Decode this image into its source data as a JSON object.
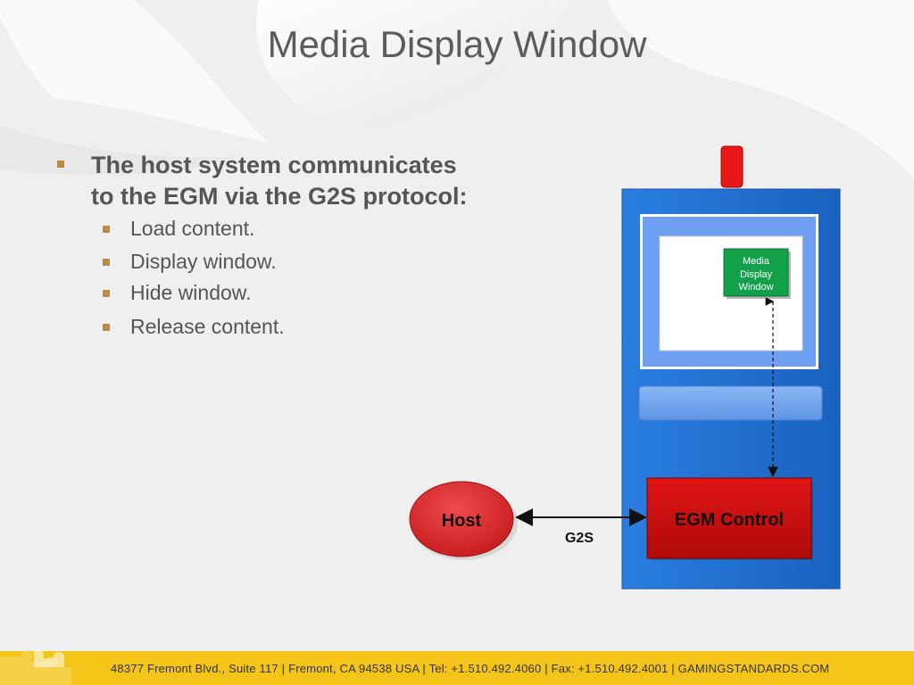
{
  "slide": {
    "title": "Media Display Window",
    "bullet": {
      "lines": [
        "The host system communicates",
        "to the EGM via the G2S protocol:"
      ],
      "sub_items": [
        "Load content.",
        "Display window.",
        "Hide window.",
        "Release content."
      ]
    }
  },
  "diagram": {
    "media_window_label": [
      "Media",
      "Display",
      "Window"
    ],
    "egm_control_label": "EGM Control",
    "host_label": "Host",
    "link_label": "G2S"
  },
  "footer": {
    "text": "48377 Fremont Blvd., Suite 117  |  Fremont, CA 94538  USA  |  Tel: +1.510.492.4060  |  Fax: +1.510.492.4001 | GAMINGSTANDARDS.COM"
  },
  "colors": {
    "cabinet_blue": "#1f6fce",
    "host_red": "#d8262b",
    "egm_red": "#c80e0e",
    "media_green": "#13a04a",
    "footer_yellow": "#f4c418"
  }
}
